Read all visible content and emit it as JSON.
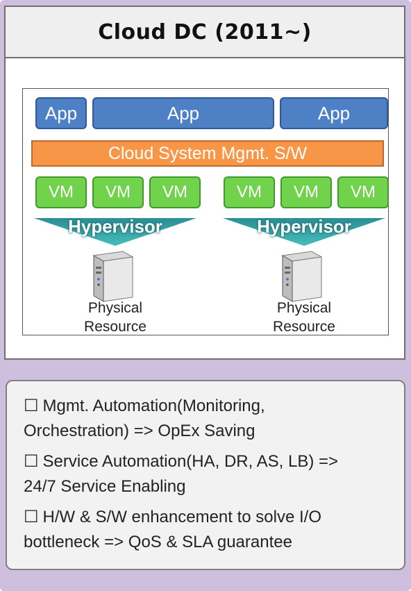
{
  "title": "Cloud DC (2011~)",
  "diagram": {
    "apps": [
      "App",
      "App",
      "App"
    ],
    "mgmt_layer": "Cloud System Mgmt. S/W",
    "vms_left": [
      "VM",
      "VM",
      "VM"
    ],
    "vms_right": [
      "VM",
      "VM",
      "VM"
    ],
    "hypervisor_left": "Hypervisor",
    "hypervisor_right": "Hypervisor",
    "physical_left": [
      "Physical",
      "Resource"
    ],
    "physical_right": [
      "Physical",
      "Resource"
    ],
    "colors": {
      "app": "#4e80c6",
      "mgmt": "#f79646",
      "vm": "#71d24c",
      "hypervisor": "#31a7a7"
    }
  },
  "bullets": [
    {
      "icon": "checkbox-icon",
      "line1": "Mgmt. Automation(Monitoring,",
      "line2": "Orchestration) => OpEx Saving"
    },
    {
      "icon": "checkbox-icon",
      "line1": "Service Automation(HA, DR, AS, LB) =>",
      "line2": "24/7 Service Enabling"
    },
    {
      "icon": "checkbox-icon",
      "line1": "H/W & S/W enhancement to solve I/O",
      "line2": "bottleneck => QoS & SLA guarantee"
    }
  ]
}
